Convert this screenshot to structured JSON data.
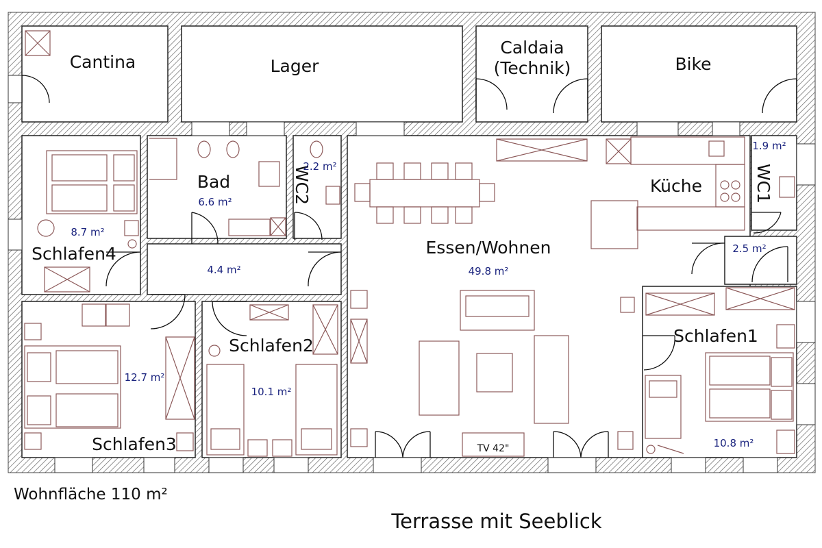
{
  "rooms": {
    "cantina": {
      "name": "Cantina"
    },
    "lager": {
      "name": "Lager"
    },
    "caldaia": {
      "name_line1": "Caldaia",
      "name_line2": "(Technik)"
    },
    "bike": {
      "name": "Bike"
    },
    "schlafen4": {
      "name": "Schlafen4",
      "area": "8.7 m²"
    },
    "bad": {
      "name": "Bad",
      "area": "6.6 m²"
    },
    "wc2": {
      "name": "WC2",
      "area": "2.2 m²"
    },
    "flur": {
      "area": "4.4 m²"
    },
    "essen": {
      "name": "Essen/Wohnen",
      "area": "49.8 m²"
    },
    "kueche": {
      "name": "Küche"
    },
    "wc1": {
      "name": "WC1",
      "area": "1.9 m²"
    },
    "abstell": {
      "area": "2.5 m²"
    },
    "schlafen3": {
      "name": "Schlafen3",
      "area": "12.7 m²"
    },
    "schlafen2": {
      "name": "Schlafen2",
      "area": "10.1 m²"
    },
    "schlafen1": {
      "name": "Schlafen1",
      "area": "10.8 m²"
    }
  },
  "labels": {
    "tv": "TV 42\"",
    "wohnflaeche": "Wohnfläche 110 m²",
    "terrasse": "Terrasse mit Seeblick"
  },
  "colors": {
    "furniture": "#8d5a5a",
    "area_text": "#1a237e",
    "walls": "#444444"
  }
}
